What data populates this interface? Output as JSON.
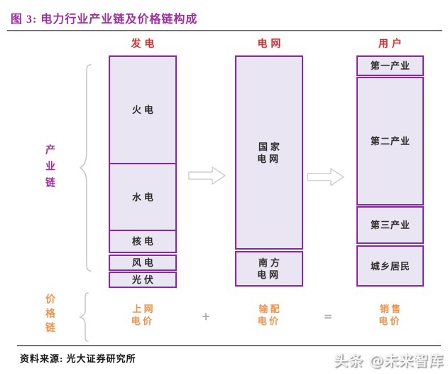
{
  "title": "图 3: 电力行业产业链及价格链构成",
  "chain_labels": {
    "industry": "产业链",
    "price": "价格链"
  },
  "columns": [
    {
      "header": "发电",
      "segments": [
        {
          "label": "火电"
        },
        {
          "label": "水电"
        },
        {
          "label": "核电"
        },
        {
          "label": "风电"
        },
        {
          "label": "光伏"
        }
      ]
    },
    {
      "header": "电网",
      "segments": [
        {
          "label": "国家\n电网"
        },
        {
          "label": "南方\n电网"
        }
      ]
    },
    {
      "header": "用户",
      "segments": [
        {
          "label": "第一产业"
        },
        {
          "label": "第二产业"
        },
        {
          "label": "第三产业"
        },
        {
          "label": "城乡居民"
        }
      ]
    }
  ],
  "price_row": {
    "items": [
      {
        "label": "上网\n电价"
      },
      {
        "label": "输配\n电价"
      },
      {
        "label": "销售\n电价"
      }
    ],
    "plus": "+",
    "equals": "="
  },
  "footer": {
    "source": "资料来源: 光大证券研究所",
    "watermark": "头条 @未来智库"
  },
  "colors": {
    "title_purple": "#9B309B",
    "header_red": "#CC3333",
    "box_border": "#8E24AA",
    "box_fill": "#EAE5F2",
    "price_orange": "#F0934E",
    "line_gray": "#737373",
    "shape_gray": "#C6C6C6"
  }
}
